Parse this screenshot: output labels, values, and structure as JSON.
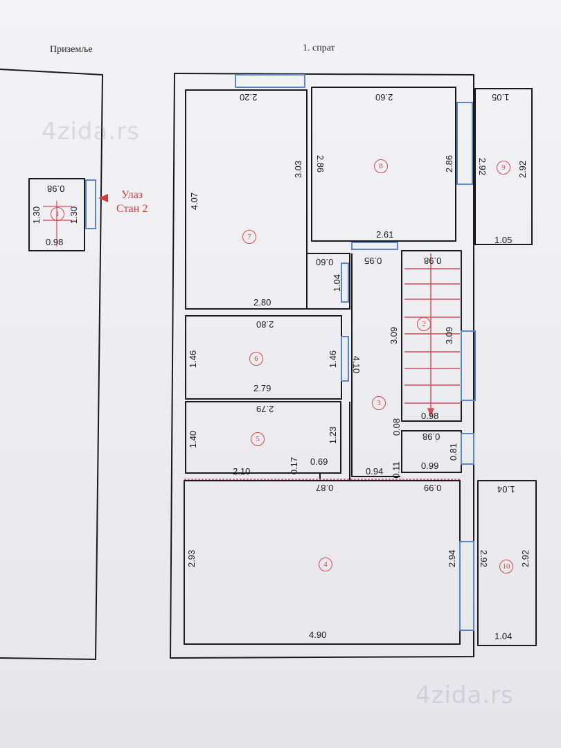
{
  "titles": {
    "ground_floor": "Приземље",
    "first_floor": "1. спрат"
  },
  "entry": {
    "line1": "Улаз",
    "line2": "Стан 2"
  },
  "watermark": "4zida.rs",
  "rooms": [
    {
      "id": "1",
      "dims": {
        "top": "0.98",
        "left": "1.30",
        "right": "1.30",
        "bottom": "0.98"
      }
    },
    {
      "id": "2",
      "dims": {
        "top": "0.98",
        "left": "3.09",
        "right": "3.09",
        "bottom": "0.98"
      }
    },
    {
      "id": "3",
      "dims": {
        "top": "0.95",
        "right": "4.10",
        "bottom": "0.94"
      }
    },
    {
      "id": "4",
      "dims": {
        "top_left": "0.87",
        "top_right": "0.99",
        "left": "2.93",
        "right": "2.94",
        "bottom": "4.90"
      }
    },
    {
      "id": "5",
      "dims": {
        "top": "2.79",
        "left": "1.40",
        "right": "1.23",
        "bottom": "2.10",
        "notch_h": "0.17",
        "notch_w": "0.69"
      }
    },
    {
      "id": "6",
      "dims": {
        "top": "2.80",
        "left": "1.46",
        "right": "1.46",
        "bottom": "2.79"
      }
    },
    {
      "id": "7",
      "dims": {
        "top": "2.20",
        "left": "4.07",
        "right": "3.03",
        "bottom": "2.80",
        "notch_w": "0.60",
        "notch_h": "1.04"
      }
    },
    {
      "id": "8",
      "dims": {
        "top": "2.60",
        "left": "2.86",
        "right": "2.86",
        "bottom": "2.61"
      }
    },
    {
      "id": "9",
      "dims": {
        "top": "1.05",
        "left": "2.92",
        "right": "2.92",
        "bottom": "1.05"
      }
    },
    {
      "id": "10",
      "dims": {
        "top": "1.04",
        "left": "2.92",
        "right": "2.92",
        "bottom": "1.04"
      }
    }
  ],
  "misc_dims": {
    "stair_gap_a": "0.08",
    "stair_gap_b": "0.98",
    "wc_top": "0.99",
    "wc_right": "0.81",
    "wc_gap": "0.11"
  },
  "colors": {
    "wall": "#1a1a1a",
    "window": "#5a86c8",
    "accent_red": "#d23c3c",
    "stairs": "#d84a5a"
  }
}
